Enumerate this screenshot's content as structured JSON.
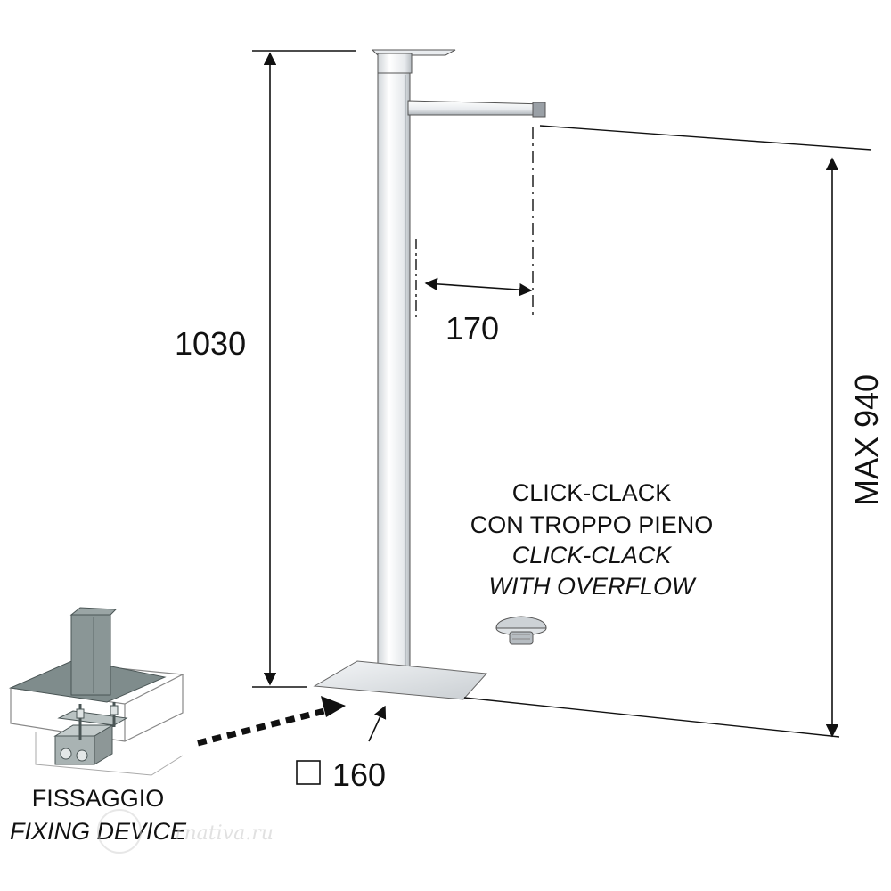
{
  "dimensions": {
    "height": "1030",
    "projection": "170",
    "max_height": "MAX 940",
    "base_size": "160",
    "base_symbol": "square-symbol"
  },
  "notes": {
    "line1": "CLICK-CLACK",
    "line2": "CON TROPPO PIENO",
    "line3": "CLICK-CLACK",
    "line4": "WITH OVERFLOW"
  },
  "fixing": {
    "label_it": "FISSAGGIO",
    "label_en": "FIXING DEVICE"
  },
  "watermark": {
    "text": "rnativa.ru"
  },
  "colors": {
    "line": "#111111",
    "chrome_dark": "#9aa0a6",
    "chrome_light": "#f2f4f6",
    "fixing_gray": "#7f8c8c"
  },
  "icons": [
    "faucet-illustration",
    "click-clack-drain-icon",
    "fixing-device-illustration",
    "square-symbol"
  ]
}
